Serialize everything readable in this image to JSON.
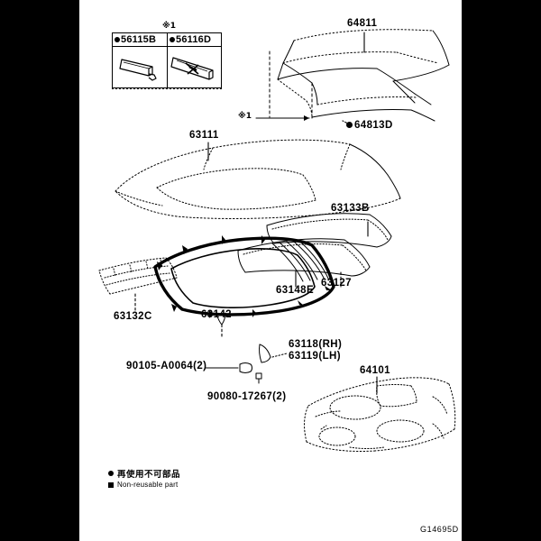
{
  "diagram": {
    "id_code": "G14695D",
    "background_color": "#000000",
    "sheet_color": "#ffffff",
    "ink_color": "#000000"
  },
  "inset_box": {
    "reference_mark": "※1",
    "cells": [
      {
        "marker": "●",
        "part_number": "56115B",
        "icon": "weatherstrip-segment-icon"
      },
      {
        "marker": "●",
        "part_number": "56116D",
        "icon": "weatherstrip-joint-icon"
      }
    ]
  },
  "callouts": [
    {
      "id": "64811",
      "label": "64811",
      "marker": "",
      "icon": "package-tray-trim-icon"
    },
    {
      "id": "64813D",
      "label": "64813D",
      "marker": "●",
      "icon": "package-tray-clip-icon"
    },
    {
      "id": "63111",
      "label": "63111",
      "marker": "",
      "icon": "roof-panel-icon"
    },
    {
      "id": "63133B",
      "label": "63133B",
      "marker": "",
      "icon": "roof-reinforcement-icon"
    },
    {
      "id": "63127",
      "label": "63127",
      "marker": "",
      "icon": "roof-rail-icon"
    },
    {
      "id": "63148E",
      "label": "63148E",
      "marker": "",
      "icon": "roof-bracket-icon"
    },
    {
      "id": "63142",
      "label": "63142",
      "marker": "",
      "icon": "sunroof-housing-icon"
    },
    {
      "id": "63132C",
      "label": "63132C",
      "marker": "",
      "icon": "roof-side-rail-icon"
    },
    {
      "id": "63118RH",
      "label": "63118(RH)",
      "marker": "",
      "icon": "roof-drip-channel-rh-icon"
    },
    {
      "id": "63119LH",
      "label": "63119(LH)",
      "marker": "",
      "icon": "roof-drip-channel-lh-icon"
    },
    {
      "id": "90105-A0064",
      "label": "90105-A0064(2)",
      "marker": "",
      "icon": "bolt-icon"
    },
    {
      "id": "90080-17267",
      "label": "90080-17267(2)",
      "marker": "",
      "icon": "screw-icon"
    },
    {
      "id": "64101",
      "label": "64101",
      "marker": "",
      "icon": "roof-headliner-icon"
    }
  ],
  "reference_marks": {
    "inset_top": "※1",
    "upper_assembly": "※1"
  },
  "legend": {
    "japanese": "再使用不可部品",
    "english": "Non-reusable part",
    "marker_round": "●",
    "marker_square": "■"
  }
}
